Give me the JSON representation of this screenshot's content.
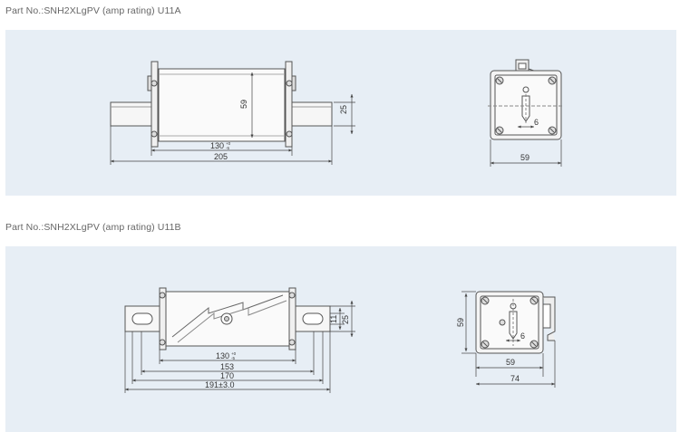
{
  "captions": {
    "a": "Part No.:SNH2XLgPV (amp rating) U11A",
    "b": "Part No.:SNH2XLgPV (amp rating) U11B"
  },
  "drawing_a": {
    "side": {
      "height": "59",
      "bar": "25",
      "body": "130",
      "body_tol": "+0\n-5",
      "total": "205"
    },
    "end": {
      "slot": "6",
      "width": "59"
    }
  },
  "drawing_b": {
    "side": {
      "body": "130",
      "body_tol": "+0\n-5",
      "d153": "153",
      "d170": "170",
      "d191": "191±3.0",
      "d11": "11",
      "d25": "25"
    },
    "end": {
      "height": "59",
      "slot": "6",
      "width": "59",
      "total": "74"
    }
  },
  "colors": {
    "panel": "#e7eef5",
    "line": "#555555",
    "fill": "#f3f3f3"
  }
}
